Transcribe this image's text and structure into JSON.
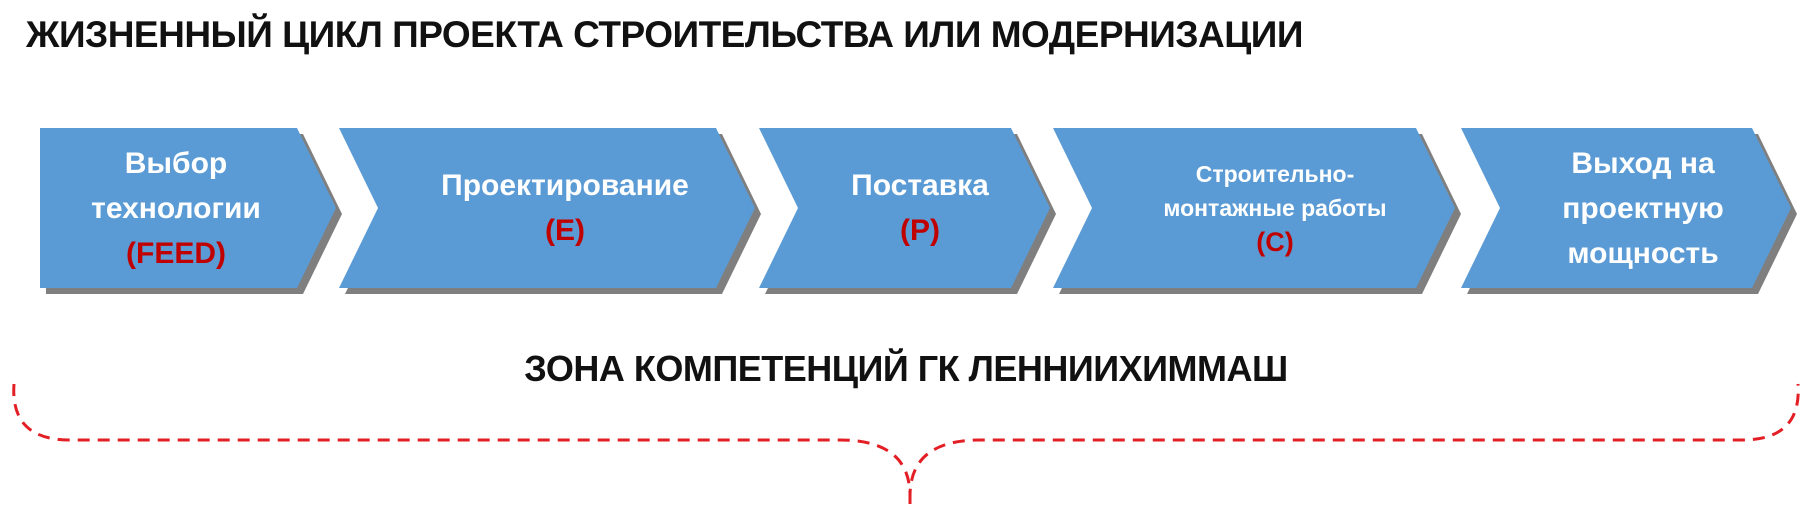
{
  "title": "ЖИЗНЕННЫЙ ЦИКЛ ПРОЕКТА СТРОИТЕЛЬСТВА ИЛИ МОДЕРНИЗАЦИИ",
  "steps": [
    {
      "lines": [
        "Выбор",
        "технологии"
      ],
      "code": "(FEED)"
    },
    {
      "lines": [
        "Проектирование"
      ],
      "code": "(E)"
    },
    {
      "lines": [
        "Поставка"
      ],
      "code": "(P)"
    },
    {
      "lines": [
        "Строительно-",
        "монтажные работы"
      ],
      "code": "(C)"
    },
    {
      "lines": [
        "Выход на",
        "проектную",
        "мощность"
      ],
      "code": ""
    }
  ],
  "zone_label": "ЗОНА КОМПЕТЕНЦИЙ ГК ЛЕННИИХИММАШ",
  "colors": {
    "chevron_fill": "#5b9bd5",
    "chevron_shadow": "#7f7f7f",
    "code_text": "#c00000",
    "brace_stroke": "#e31e24"
  }
}
